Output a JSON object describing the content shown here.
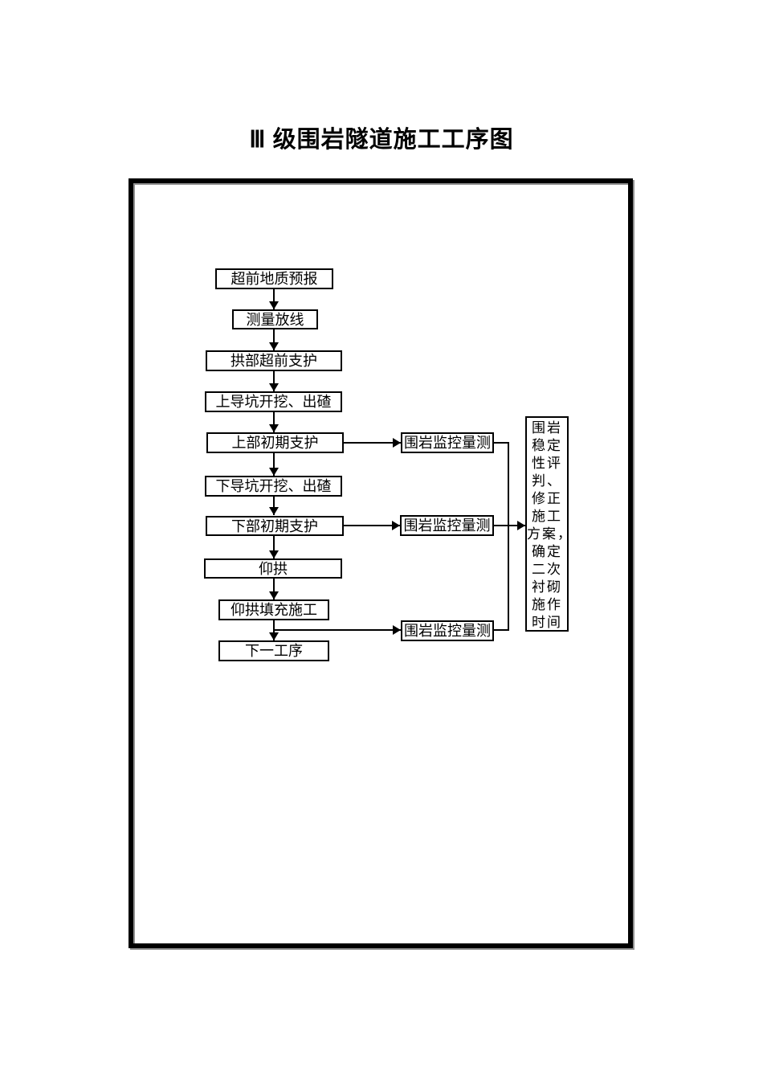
{
  "page": {
    "title": "Ⅲ 级围岩隧道施工工序图"
  },
  "colors": {
    "ink": "#000000",
    "paper": "#ffffff",
    "frame_shadow": "#8f8f8f"
  },
  "flowchart": {
    "steps": [
      {
        "label": "超前地质预报"
      },
      {
        "label": "测量放线"
      },
      {
        "label": "拱部超前支护"
      },
      {
        "label": "上导坑开挖、出碴"
      },
      {
        "label": "上部初期支护"
      },
      {
        "label": "下导坑开挖、出碴"
      },
      {
        "label": "下部初期支护"
      },
      {
        "label": "仰拱"
      },
      {
        "label": "仰拱填充施工"
      },
      {
        "label": "下一工序"
      }
    ],
    "monitoring_boxes": [
      {
        "label": "围岩监控量测"
      },
      {
        "label": "围岩监控量测"
      },
      {
        "label": "围岩监控量测"
      }
    ],
    "assessment_box": {
      "text": "围岩稳定性评判、修正施工方案，确定二次衬砌施作时间",
      "lines": [
        "围岩",
        "稳定",
        "性评",
        "判、",
        "修正",
        "施工",
        "方案，",
        "确定",
        "二次",
        "衬砌",
        "施作",
        "时间"
      ]
    }
  }
}
